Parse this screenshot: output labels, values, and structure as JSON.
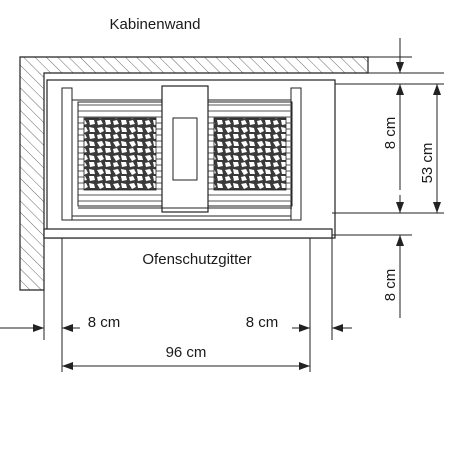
{
  "labels": {
    "wall": "Kabinenwand",
    "guard": "Ofenschutzgitter"
  },
  "dimensions": {
    "left_gap": "8 cm",
    "right_gap": "8 cm",
    "total_width": "96 cm",
    "top_gap": "8 cm",
    "depth": "53 cm",
    "bottom_gap": "8 cm"
  },
  "colors": {
    "stroke": "#222222",
    "wall_hatch": "#6a6a6a",
    "stone_fill": "#3a3a3a"
  }
}
